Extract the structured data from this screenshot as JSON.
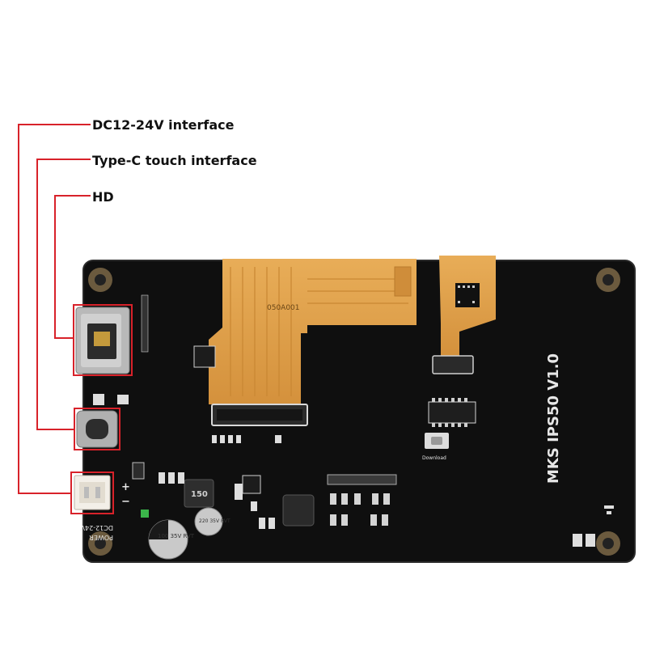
{
  "callouts": {
    "dc_label": "DC12-24V interface",
    "typec_label": "Type-C touch interface",
    "hd_label": "HD"
  },
  "board": {
    "model_text": "MKS IPS50 V1.0",
    "fpc_code": "050A001",
    "power_text": "POWER",
    "dc_text": "DC12-24V",
    "download_text": "Download",
    "inductor_text": "150",
    "cap_left_text": "100 35V RVT",
    "cap_right_text": "220 35V RVT",
    "plus_text": "+",
    "minus_text": "−"
  },
  "colors": {
    "callout_line": "#d8222a",
    "pcb": "#101010",
    "flex_cable": "#e0a24a",
    "silkscreen": "#e6e6e6"
  }
}
